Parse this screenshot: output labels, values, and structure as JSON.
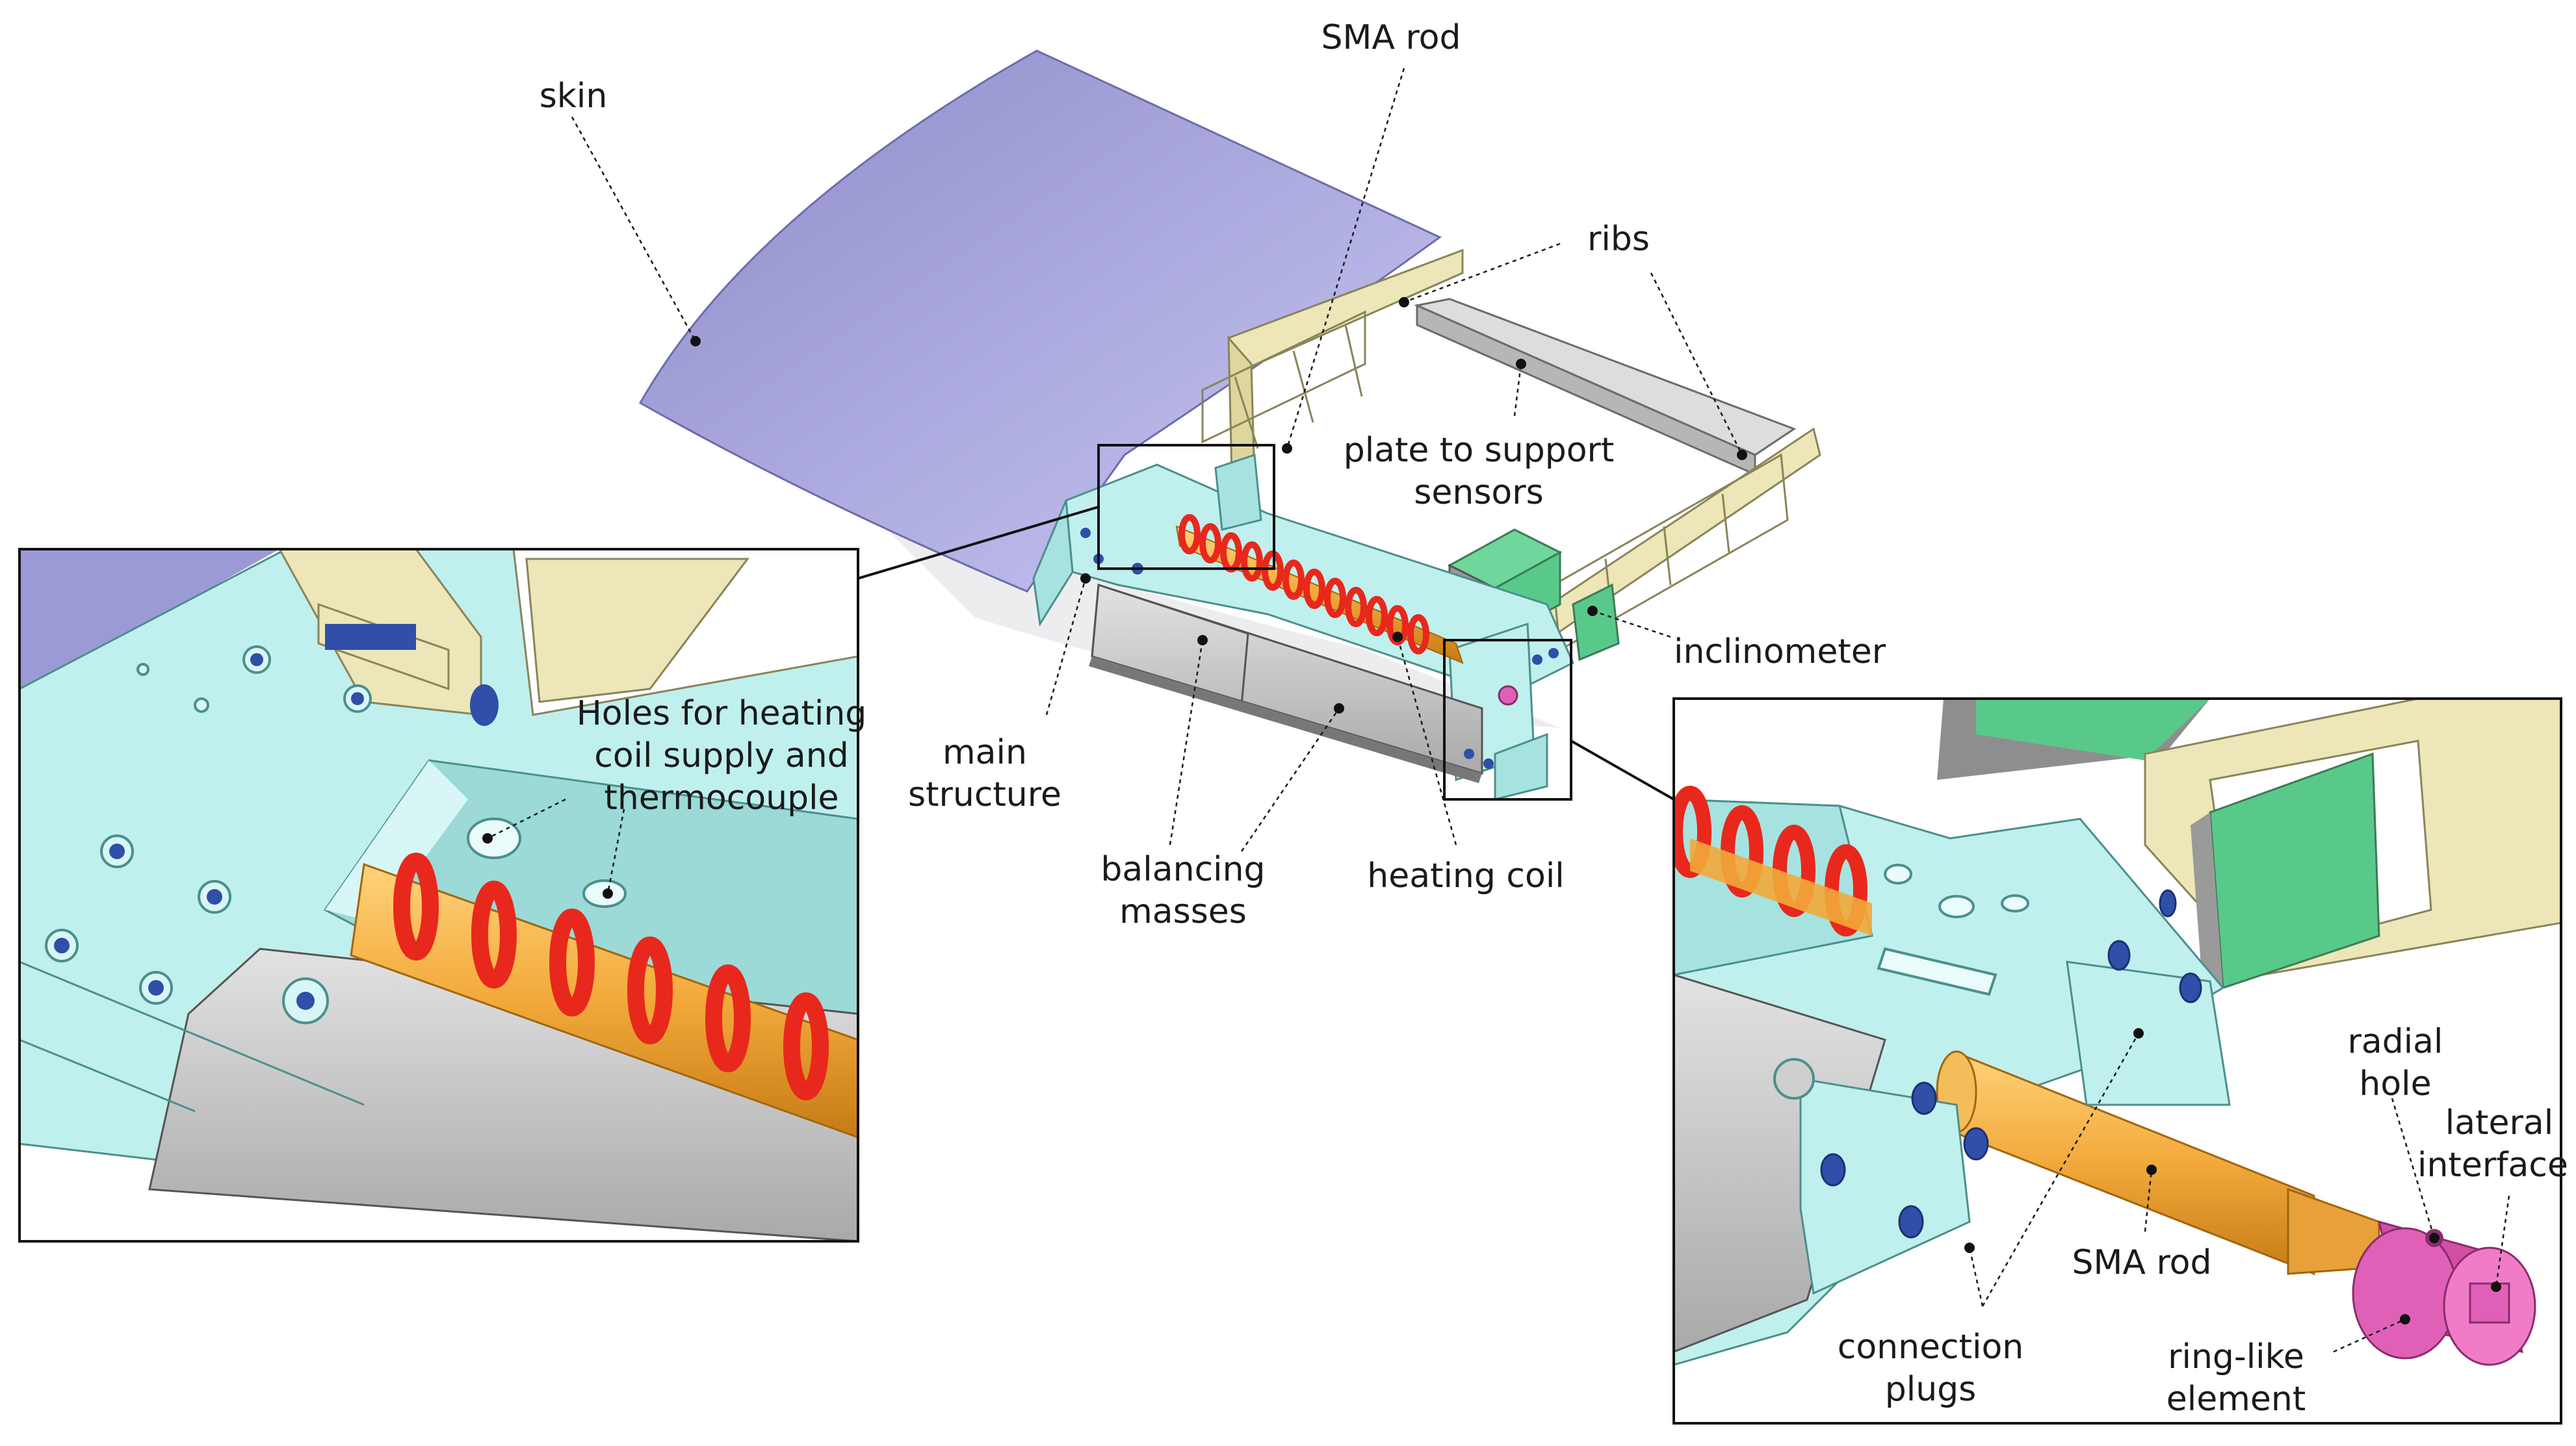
{
  "labels": {
    "skin": "skin",
    "sma_rod_top": "SMA rod",
    "ribs": "ribs",
    "plate_1": "plate to support",
    "plate_2": "sensors",
    "inclinometer": "inclinometer",
    "main_1": "main",
    "main_2": "structure",
    "balancing_1": "balancing",
    "balancing_2": "masses",
    "heating_coil": "heating coil",
    "holes_1": "Holes for heating",
    "holes_2": "coil supply and",
    "holes_3": "thermocouple",
    "radial_1": "radial",
    "radial_2": "hole",
    "lateral_1": "lateral",
    "lateral_2": "interface",
    "sma_rod_inset": "SMA rod",
    "plugs_1": "connection",
    "plugs_2": "plugs",
    "ring_1": "ring-like",
    "ring_2": "element"
  },
  "colors": {
    "skin": "#9c9ad6",
    "structure": "#bff0ee",
    "ribs": "#ece6b8",
    "coil": "#e8281c",
    "rod": "#f2a93a",
    "mass": "#cfcfcf",
    "sensor": "#59c98a",
    "ring": "#e060b8"
  }
}
